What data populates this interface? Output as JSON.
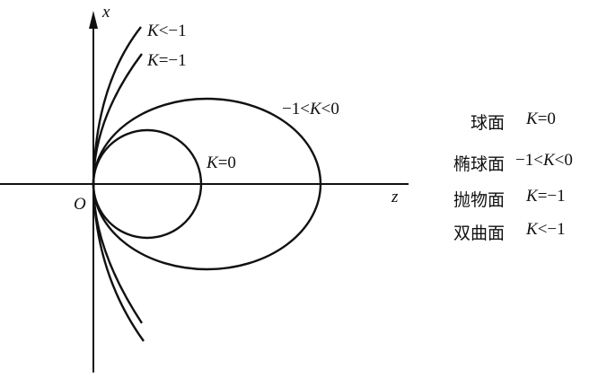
{
  "axes": {
    "vertical": "x",
    "horizontal": "z",
    "origin": "O"
  },
  "curve_labels": {
    "hyperbola": "K<−1",
    "parabola": "K=−1",
    "ellipse": "−1<K<0",
    "sphere": "K=0"
  },
  "legend": [
    {
      "name": "球面",
      "value": "K=0"
    },
    {
      "name": "椭球面",
      "value": "−1<K<0"
    },
    {
      "name": "抛物面",
      "value": "K=−1"
    },
    {
      "name": "双曲面",
      "value": "K<−1"
    }
  ]
}
